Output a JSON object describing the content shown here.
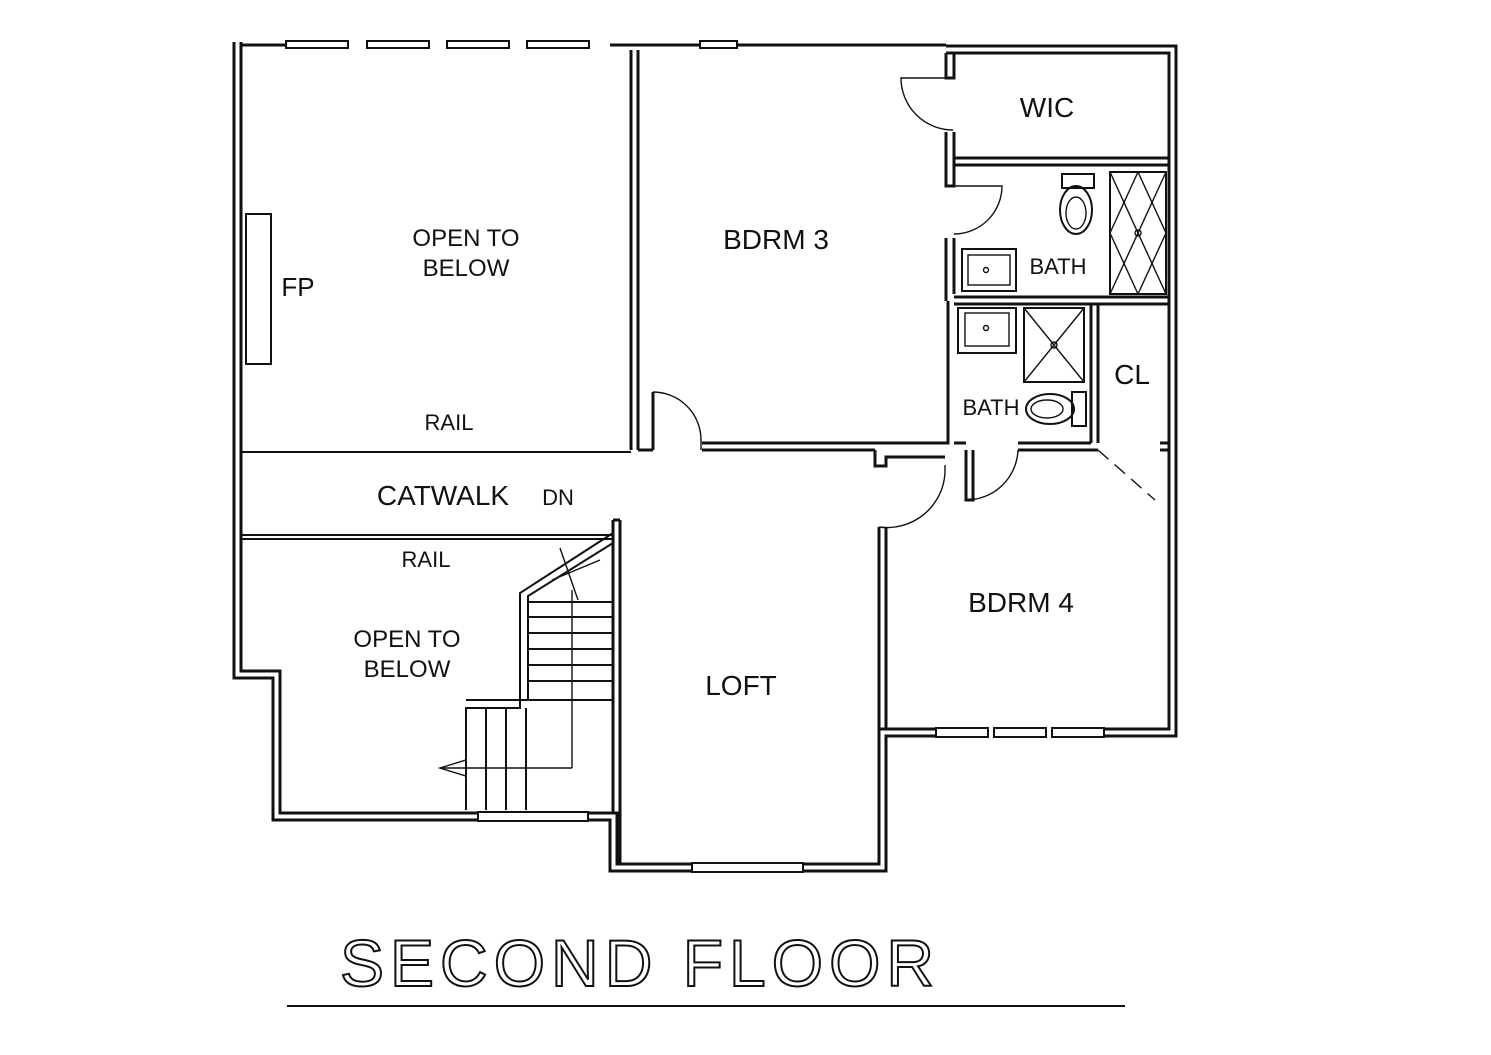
{
  "title": "SECOND FLOOR",
  "rooms": {
    "open_to_below_top": [
      "OPEN  TO",
      "BELOW"
    ],
    "fireplace": "FP",
    "rail_top": "RAIL",
    "bdrm3": "BDRM  3",
    "wic": "WIC",
    "bath_upper": "BATH",
    "bath_lower": "BATH",
    "closet": "CL",
    "catwalk": "CATWALK",
    "stairs_down": "DN",
    "rail_bottom": "RAIL",
    "open_to_below_bottom": [
      "OPEN  TO",
      "BELOW"
    ],
    "loft": "LOFT",
    "bdrm4": "BDRM  4"
  }
}
